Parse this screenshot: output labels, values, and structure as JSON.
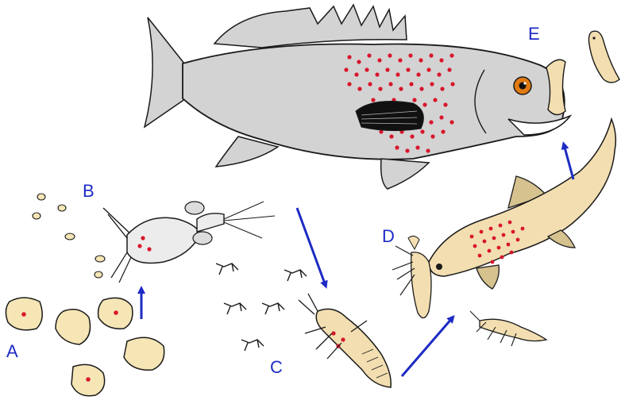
{
  "stage_labels": {
    "a": "A",
    "b": "B",
    "c": "C",
    "d": "D",
    "e": "E"
  },
  "colors": {
    "label_blue": "#1d2bc4",
    "arrow_blue": "#1d2bc4",
    "fish_grey": "#d3d3d3",
    "prey_tan": "#f2deb0",
    "spot_red": "#d8162c",
    "outline": "#1a1a1a"
  },
  "icons": [
    "cyst-icon",
    "copepod-icon",
    "insect-larva-icon",
    "small-fish-icon",
    "large-fish-icon",
    "arrow-icon"
  ]
}
